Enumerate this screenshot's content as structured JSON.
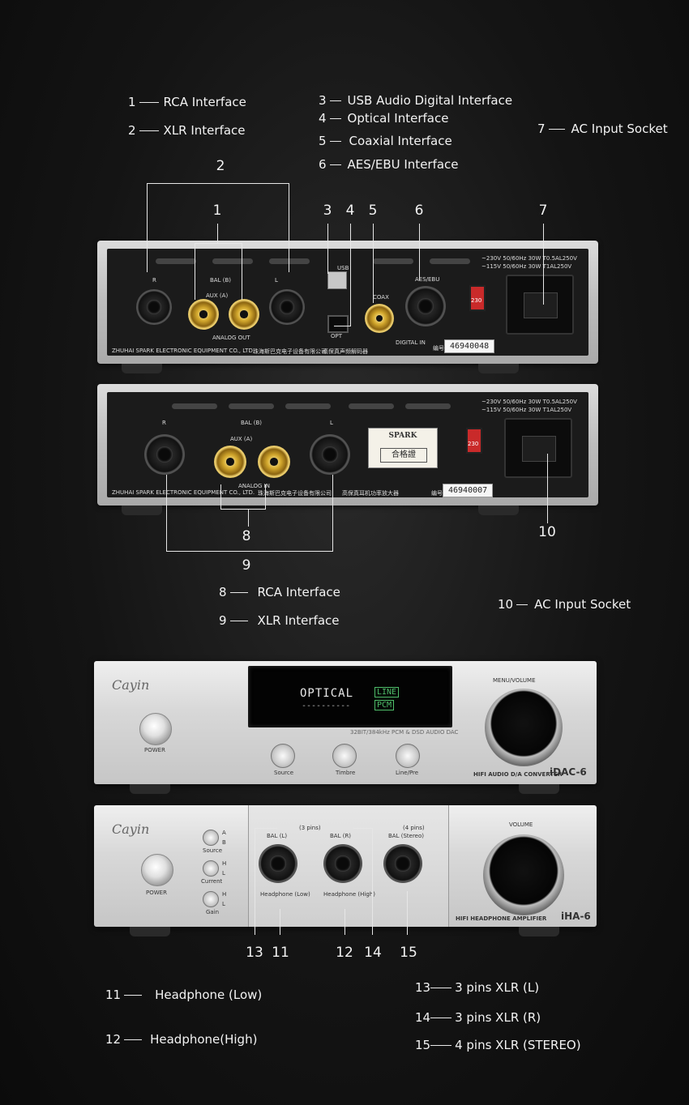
{
  "legend_top": [
    {
      "num": "1",
      "label": "RCA Interface"
    },
    {
      "num": "2",
      "label": "XLR Interface"
    },
    {
      "num": "3",
      "label": "USB Audio Digital Interface"
    },
    {
      "num": "4",
      "label": "Optical Interface"
    },
    {
      "num": "5",
      "label": "Coaxial Interface"
    },
    {
      "num": "6",
      "label": "AES/EBU Interface"
    },
    {
      "num": "7",
      "label": "AC Input Socket"
    }
  ],
  "legend_mid": [
    {
      "num": "8",
      "label": "RCA Interface"
    },
    {
      "num": "9",
      "label": "XLR Interface"
    },
    {
      "num": "10",
      "label": "AC Input Socket"
    }
  ],
  "legend_bottom": [
    {
      "num": "11",
      "label": "Headphone (Low)"
    },
    {
      "num": "12",
      "label": "Headphone(High)"
    },
    {
      "num": "13",
      "label": "3 pins XLR (L)"
    },
    {
      "num": "14",
      "label": "3 pins XLR (R)"
    },
    {
      "num": "15",
      "label": "4 pins XLR (STEREO)"
    }
  ],
  "callouts": {
    "c1": "1",
    "c2": "2",
    "c3": "3",
    "c4": "4",
    "c5": "5",
    "c6": "6",
    "c7": "7",
    "c8": "8",
    "c9": "9",
    "c10": "10",
    "c11": "11",
    "c12": "12",
    "c13": "13",
    "c14": "14",
    "c15": "15"
  },
  "dac_rear": {
    "usb": "USB",
    "bal": "BAL (B)",
    "aux": "AUX (A)",
    "r": "R",
    "l": "L",
    "opt": "OPT",
    "coax": "COAX",
    "aes": "AES/EBU",
    "analog_out": "ANALOG OUT",
    "digital_in": "DIGITAL IN",
    "maker": "ZHUHAI SPARK ELECTRONIC EQUIPMENT CO., LTD.",
    "maker_cn": "珠海斯巴克电子设备有限公司",
    "product_cn": "高保真声频解码器",
    "serial_prefix": "编号",
    "serial": "46940048",
    "power_1": "~230V 50/60Hz 30W T0.5AL250V",
    "power_2": "~115V 50/60Hz 30W T1AL250V",
    "switch": "230"
  },
  "amp_rear": {
    "bal": "BAL (B)",
    "aux": "AUX (A)",
    "r": "R",
    "l": "L",
    "analog_in": "ANALOG IN",
    "maker": "ZHUHAI SPARK ELECTRONIC EQUIPMENT CO., LTD.",
    "maker_cn": "珠海斯巴克电子设备有限公司",
    "product_cn": "高保真耳机功率放大器",
    "serial_prefix": "编号",
    "serial": "46940007",
    "power_1": "~230V 50/60Hz 30W T0.5AL250V",
    "power_2": "~115V 50/60Hz 30W T1AL250V",
    "switch": "230",
    "badge_brand": "SPARK",
    "badge_cn": "合格證"
  },
  "dac_front": {
    "brand": "Cayin",
    "display_main": "OPTICAL",
    "display_line": "LINE",
    "display_pcm": "PCM",
    "display_dashes": "----------",
    "spec": "32BIT/384kHz PCM & DSD AUDIO DAC",
    "power": "POWER",
    "source": "Source",
    "timbre": "Timbre",
    "linepre": "Line/Pre",
    "menu": "MENU/VOLUME",
    "model_desc": "HIFI AUDIO D/A CONVERTER",
    "model": "iDAC-6"
  },
  "amp_front": {
    "brand": "Cayin",
    "power": "POWER",
    "source": "Source",
    "current": "Current",
    "gain": "Gain",
    "a": "A",
    "b": "B",
    "h": "H",
    "lo": "L",
    "three_pins": "(3 pins)",
    "four_pins": "(4 pins)",
    "bal_l": "BAL (L)",
    "bal_r": "BAL (R)",
    "bal_stereo": "BAL (Stereo)",
    "hp_low": "Headphone (Low)",
    "hp_high": "Headphone (High)",
    "volume": "VOLUME",
    "model_desc": "HIFI HEADPHONE AMPLIFIER",
    "model": "iHA-6"
  },
  "colors": {
    "background": "#141414",
    "gold": "#d4a92e",
    "switch_red": "#c92a2a",
    "display_text": "#e9e9e9",
    "display_green": "#4fbf6a"
  }
}
